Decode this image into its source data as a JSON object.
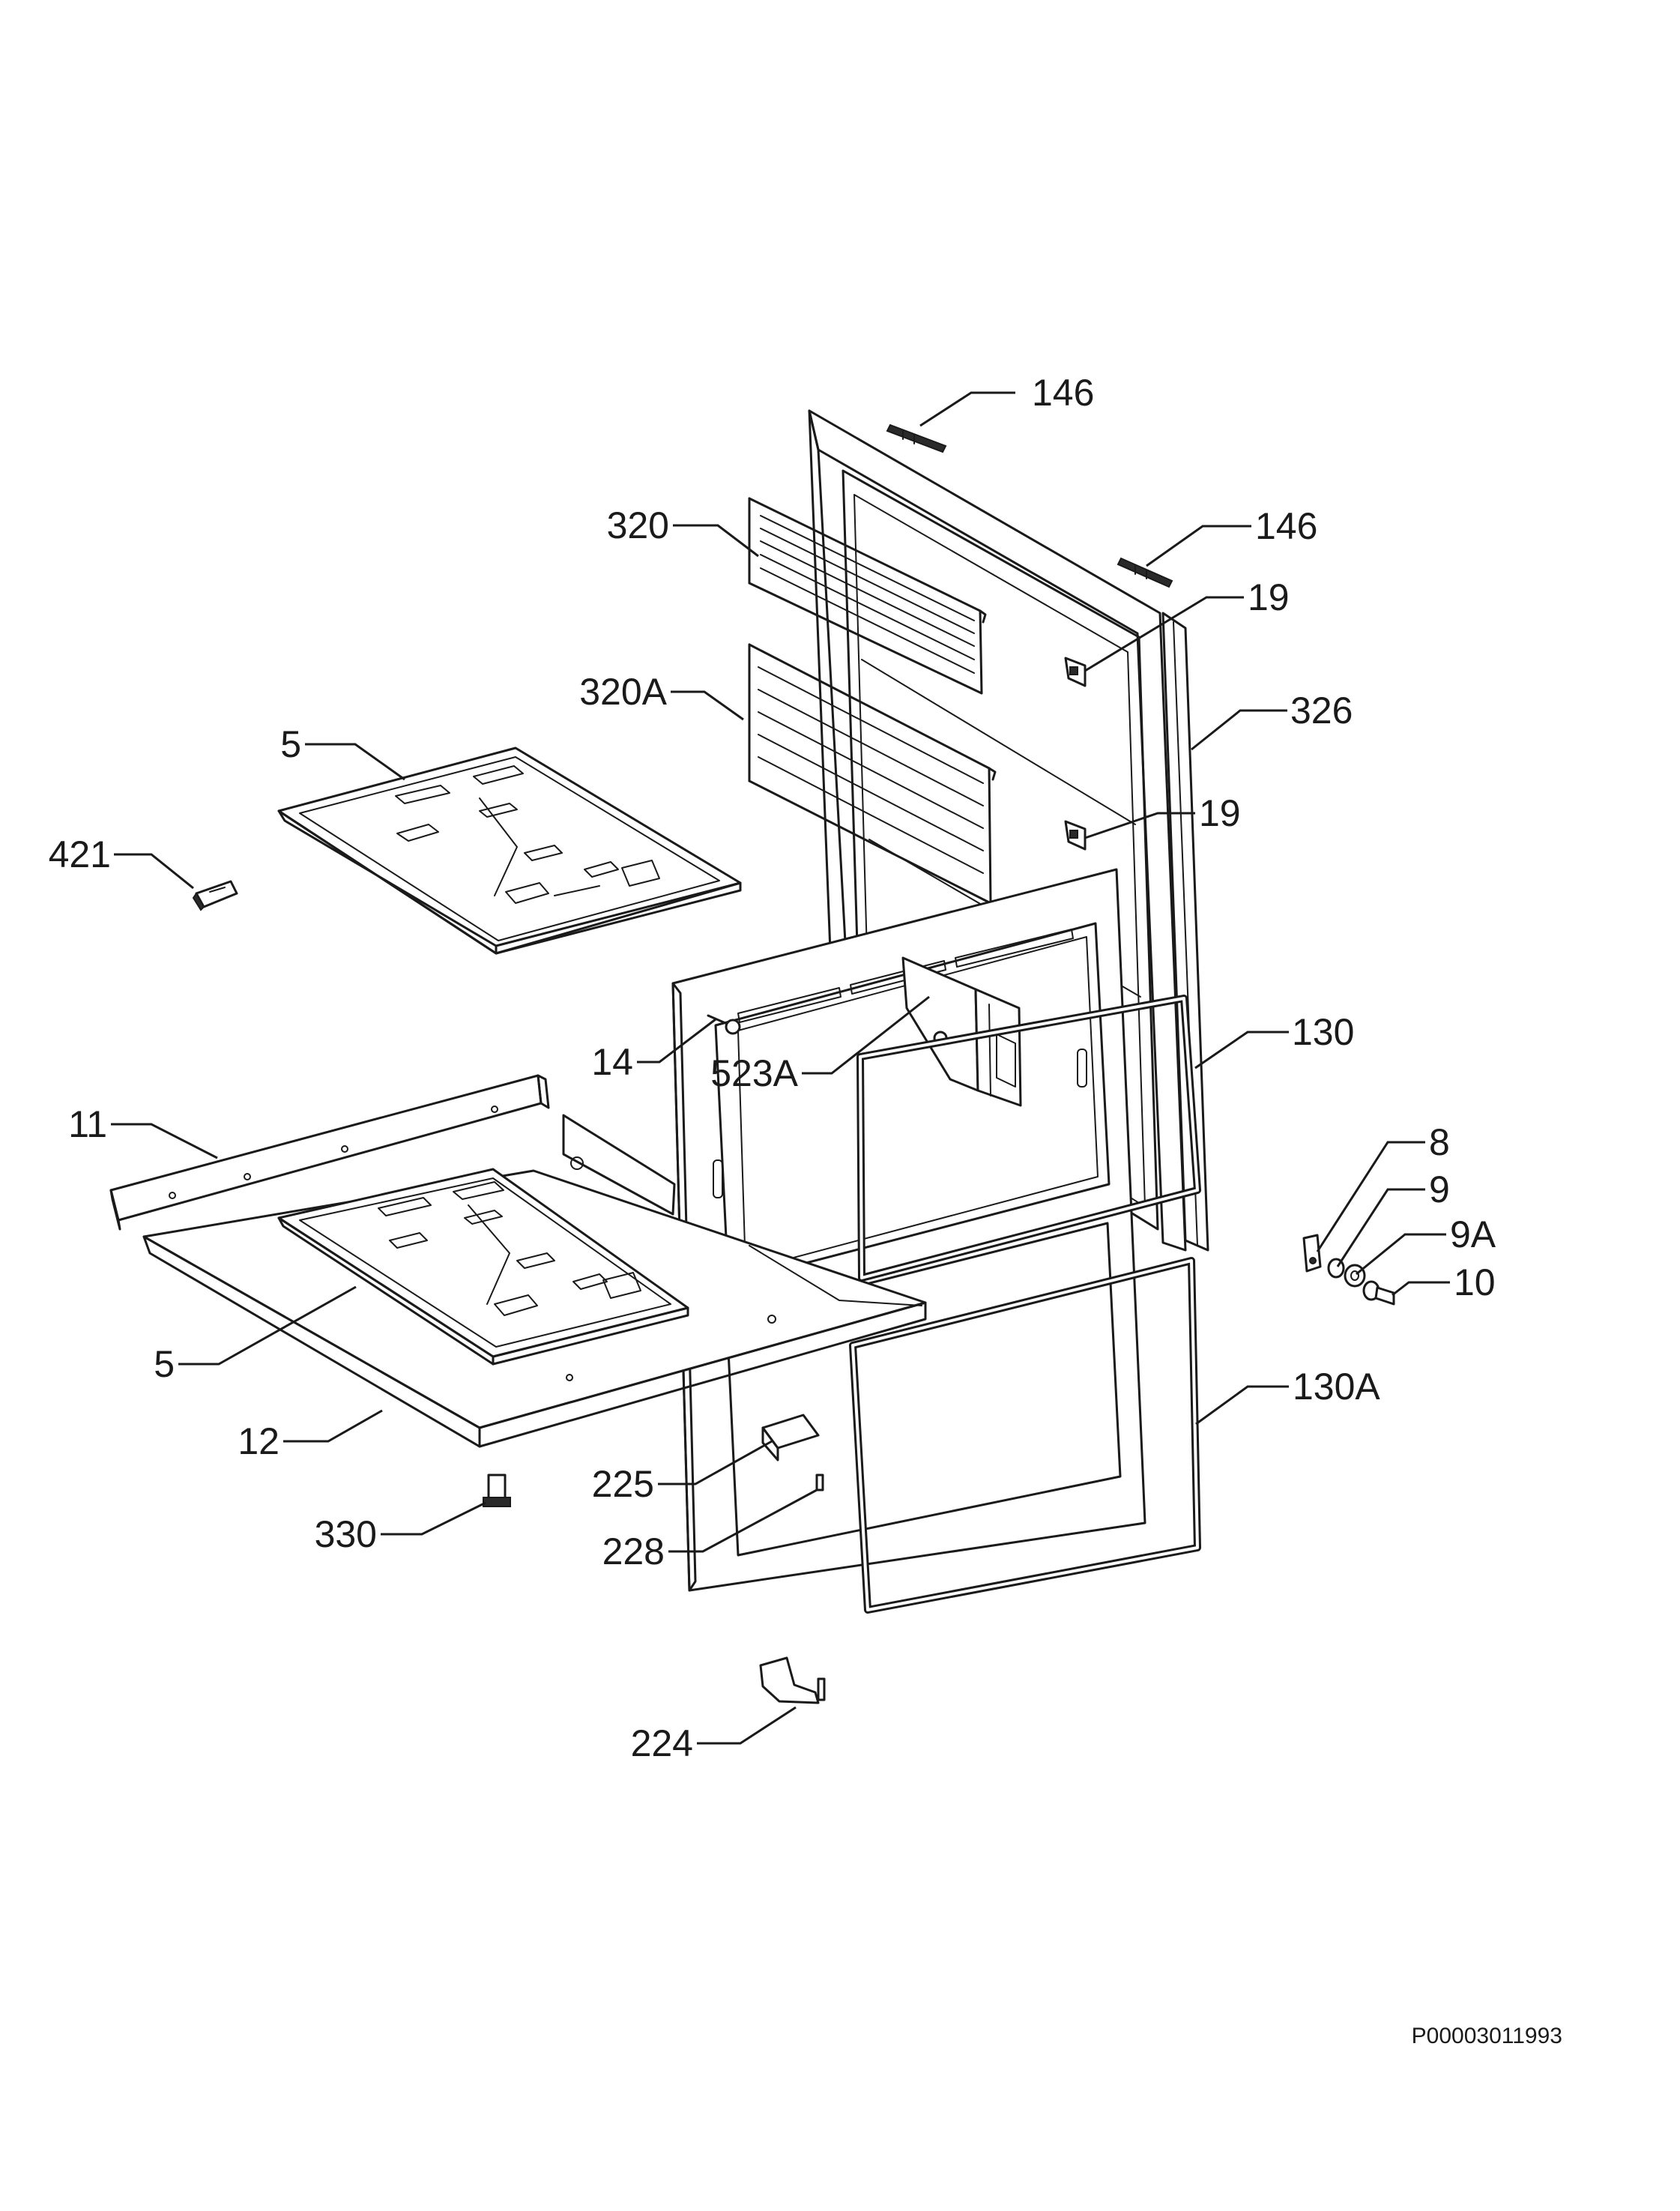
{
  "callouts": {
    "c146_top": "146",
    "c146_right": "146",
    "c320": "320",
    "c19_top": "19",
    "c320A": "320A",
    "c326": "326",
    "c5_top": "5",
    "c19_mid": "19",
    "c421": "421",
    "c14": "14",
    "c523A": "523A",
    "c130": "130",
    "c11": "11",
    "c8": "8",
    "c9": "9",
    "c9A": "9A",
    "c10": "10",
    "c5_bottom": "5",
    "c130A": "130A",
    "c12": "12",
    "c225": "225",
    "c330": "330",
    "c228": "228",
    "c224": "224"
  },
  "document_id": "P00003011993"
}
